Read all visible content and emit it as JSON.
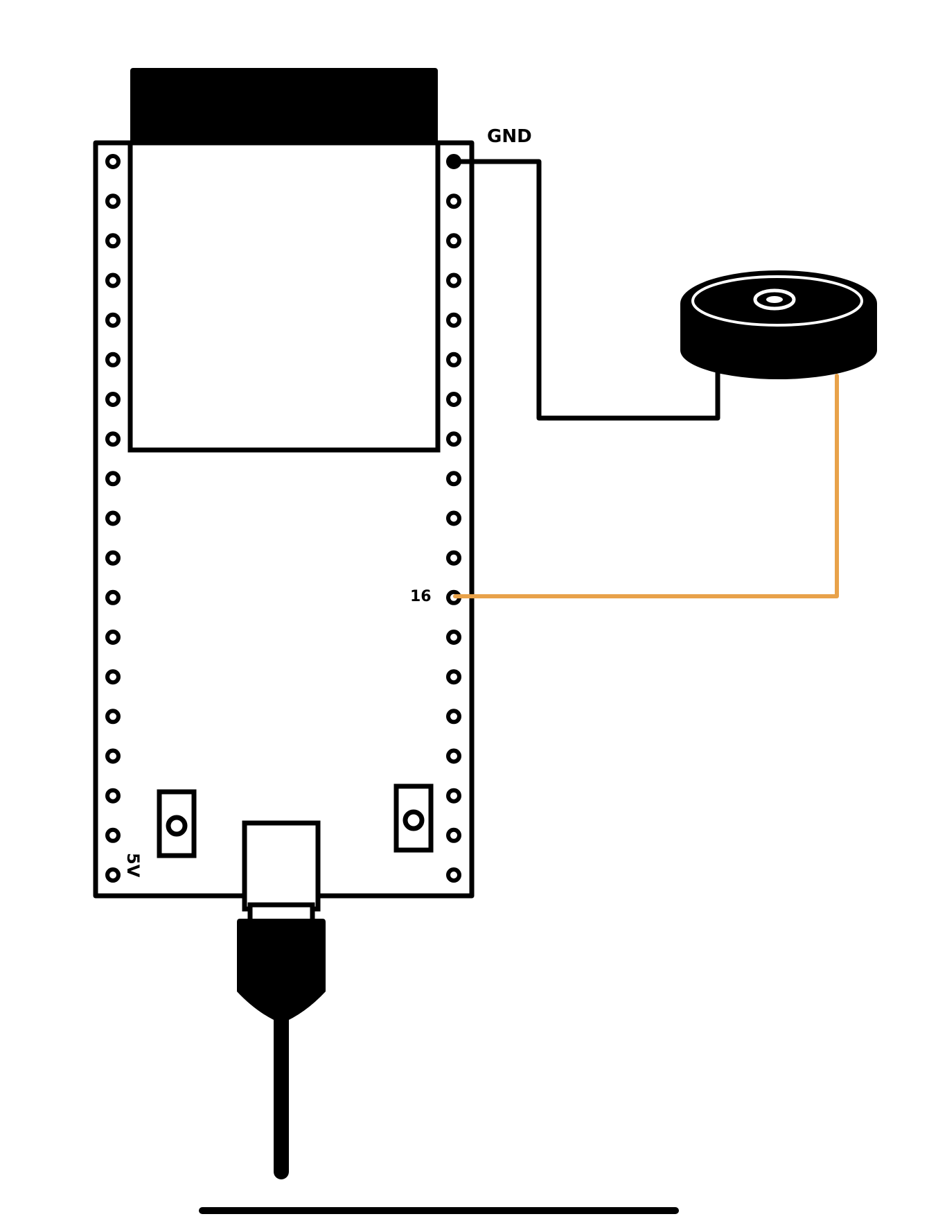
{
  "labels": {
    "gnd": "GND",
    "pin16": "16",
    "five_v": "5V"
  },
  "colors": {
    "ink": "#000000",
    "signal_wire": "#E8A24A",
    "ground_wire": "#000000",
    "background": "#FFFFFF"
  },
  "board": {
    "pins_per_side": 19
  }
}
